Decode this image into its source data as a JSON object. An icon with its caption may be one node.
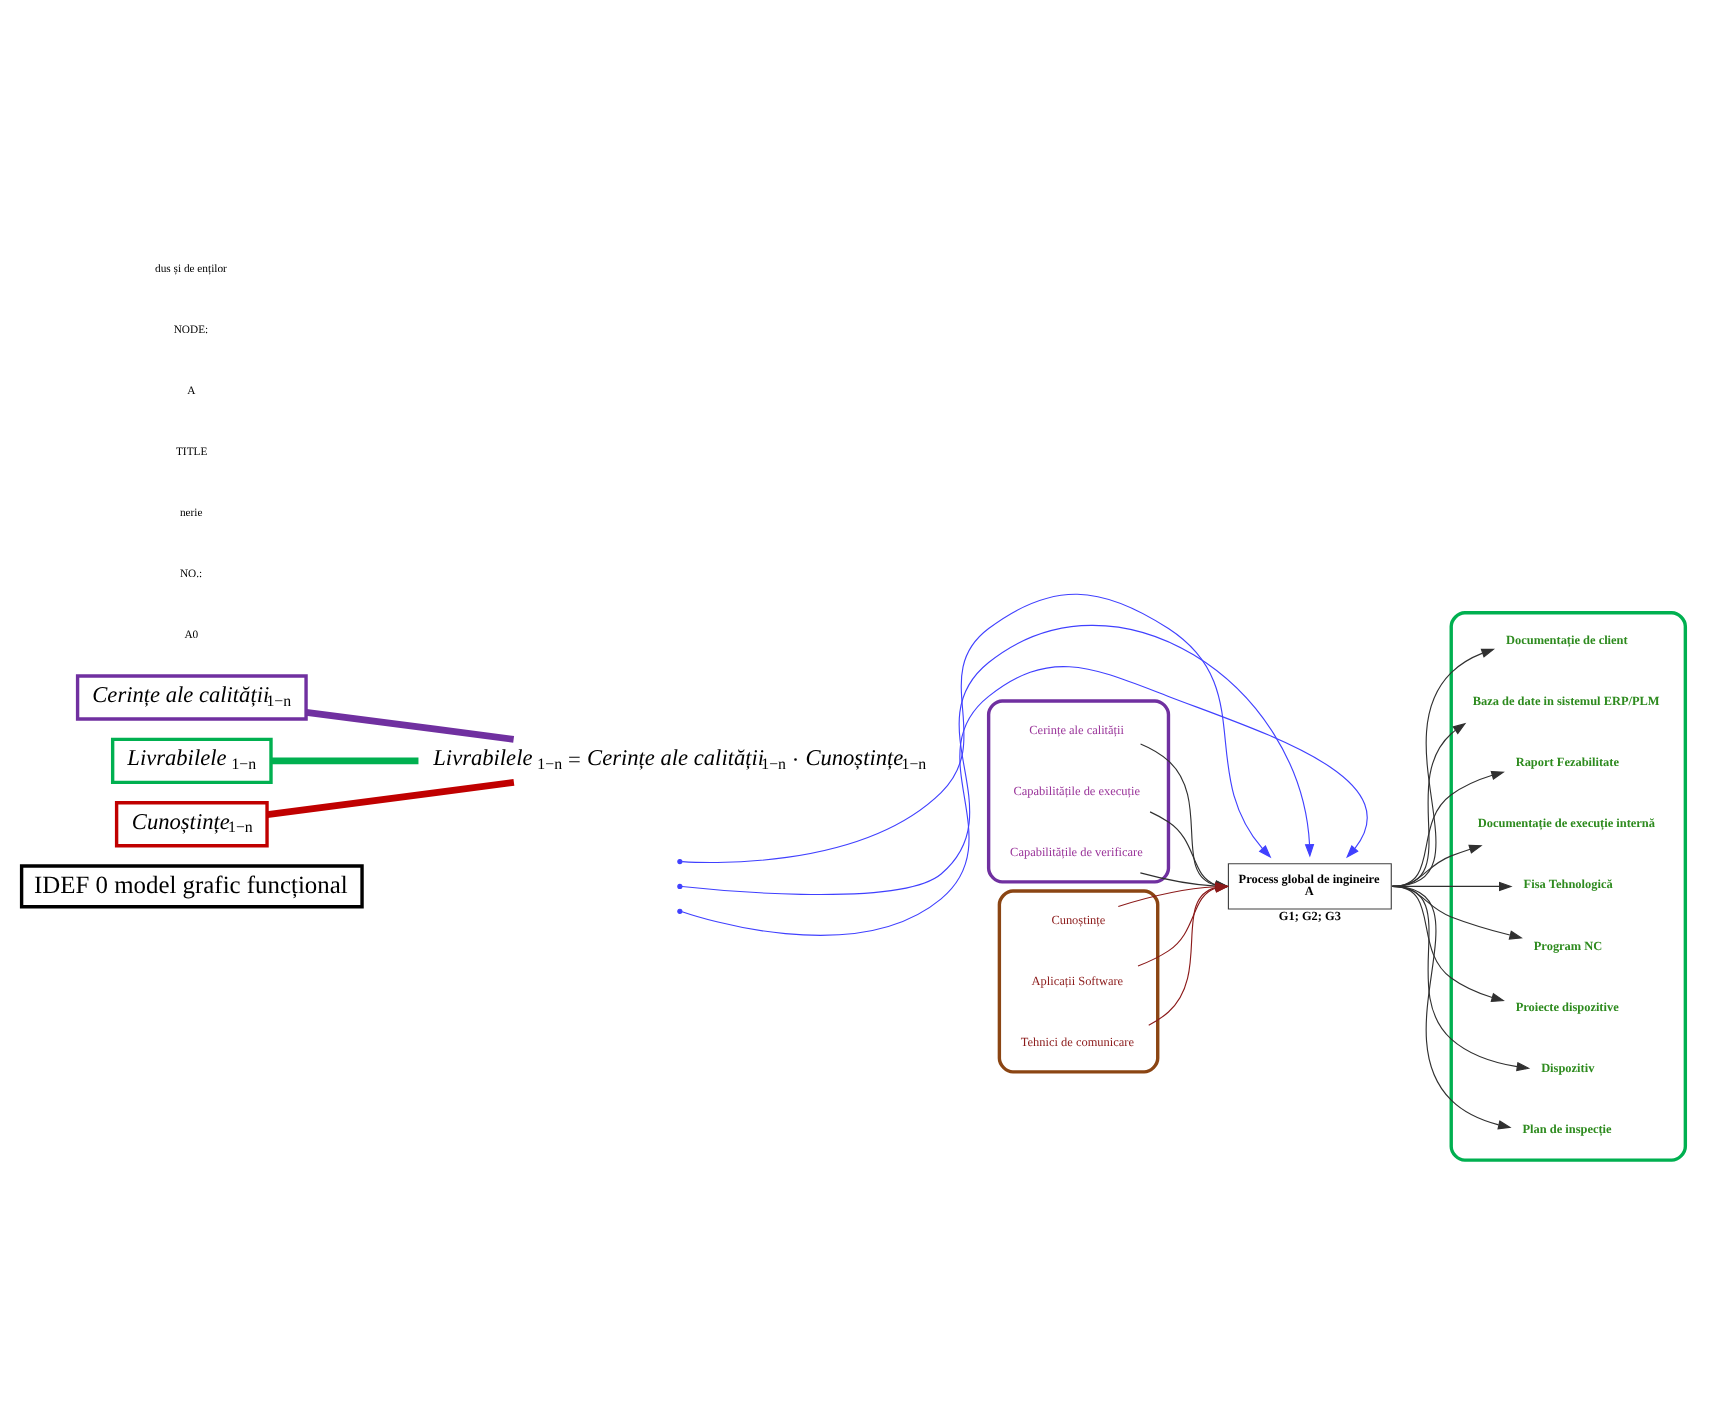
{
  "diagram": {
    "nodes": [
      {
        "text": [
          "IDEF 0 model grafic funcțional"
        ]
      },
      {
        "text": [
          "Process global de ingineire",
          "A"
        ],
        "beside": [
          "G1; G2; G3"
        ]
      },
      {
        "text": [],
        "shape": "cloud"
      },
      {
        "text": [
          "Cerințe ale calității"
        ],
        "in": 2
      },
      {
        "text": [
          "Capabilitățile de execuție"
        ],
        "in": 2
      },
      {
        "text": [
          "Capabilitățile de verificare"
        ],
        "in": 2
      },
      {
        "text": [
          "*Cerințe ale calității*$_{1−n}$"
        ]
      },
      {
        "text": [],
        "shape": "cloud"
      },
      {
        "text": [
          "Documentație de client"
        ],
        "in": 7
      },
      {
        "text": [
          "Baza de date in sistemul ERP/PLM"
        ],
        "in": 7
      },
      {
        "text": [
          "Raport Fezabilitate"
        ],
        "in": 7
      },
      {
        "text": [
          "Documentație de execuție internă"
        ],
        "in": 7
      },
      {
        "text": [
          "Fisa Tehnologică"
        ],
        "in": 7
      },
      {
        "text": [
          "Program NC"
        ],
        "in": 7
      },
      {
        "text": [
          "Proiecte dispozitive"
        ],
        "in": 7
      },
      {
        "text": [
          "Dispozitiv"
        ],
        "in": 7
      },
      {
        "text": [
          "Plan de inspecție"
        ],
        "in": 7
      },
      {
        "text": [
          "*Livrabilele* $_{1−n}$"
        ]
      },
      {
        "text": [],
        "shape": "cloud"
      },
      {
        "text": [
          "Cunoștințe"
        ],
        "in": 18
      },
      {
        "text": [
          "Aplicații Software"
        ],
        "in": 18
      },
      {
        "text": [
          "Tehnici de comunicare"
        ],
        "in": 18
      },
      {
        "text": [
          "*Cunoștințe*$_{1−n}$"
        ]
      },
      {
        "text": [
          "*Livrabilele* $_{1−n}$ = *Cerințe ale calității*$_{1−n}$ · *Cunoștințe*$_{1−n}$"
        ]
      }
    ],
    "edges": [
      {
        "from": null,
        "to": 1,
        "arrow": "to",
        "color": "#4040ff"
      },
      {
        "from": null,
        "to": 1,
        "arrow": "to",
        "color": "#4040ff"
      },
      {
        "from": null,
        "to": 1,
        "arrow": "to",
        "color": "#4040ff"
      },
      {
        "from": 3,
        "to": 1,
        "arrow": "to"
      },
      {
        "from": 4,
        "to": 1,
        "arrow": "to"
      },
      {
        "from": 5,
        "to": 1,
        "arrow": "to"
      },
      {
        "from": 1,
        "to": 8,
        "arrow": "to"
      },
      {
        "from": 1,
        "to": 9,
        "arrow": "to"
      },
      {
        "from": 1,
        "to": 10,
        "arrow": "to"
      },
      {
        "from": 1,
        "to": 11,
        "arrow": "to"
      },
      {
        "from": 1,
        "to": 12,
        "arrow": "to"
      },
      {
        "from": 1,
        "to": 13,
        "arrow": "to"
      },
      {
        "from": 1,
        "to": 14,
        "arrow": "to"
      },
      {
        "from": 1,
        "to": 15,
        "arrow": "to"
      },
      {
        "from": 1,
        "to": 16,
        "arrow": "to"
      },
      {
        "from": 19,
        "to": 1,
        "arrow": "to",
        "color": "#8b1a1a"
      },
      {
        "from": 20,
        "to": 1,
        "arrow": "to",
        "color": "#8b1a1a"
      },
      {
        "from": 21,
        "to": 1,
        "arrow": "to",
        "color": "#8b1a1a"
      },
      {
        "from": 6,
        "to": 23,
        "arrow": "none",
        "style": "thick",
        "color": "#7030a0"
      },
      {
        "from": 17,
        "to": 23,
        "arrow": "none",
        "style": "thick",
        "color": "#00b050"
      },
      {
        "from": 22,
        "to": 23,
        "arrow": "none",
        "style": "thick",
        "color": "#c00000"
      }
    ],
    "labels": [
      "dus și de enților",
      "NODE:",
      "A",
      "TITLE",
      "nerie",
      "NO.:",
      "A0"
    ]
  }
}
